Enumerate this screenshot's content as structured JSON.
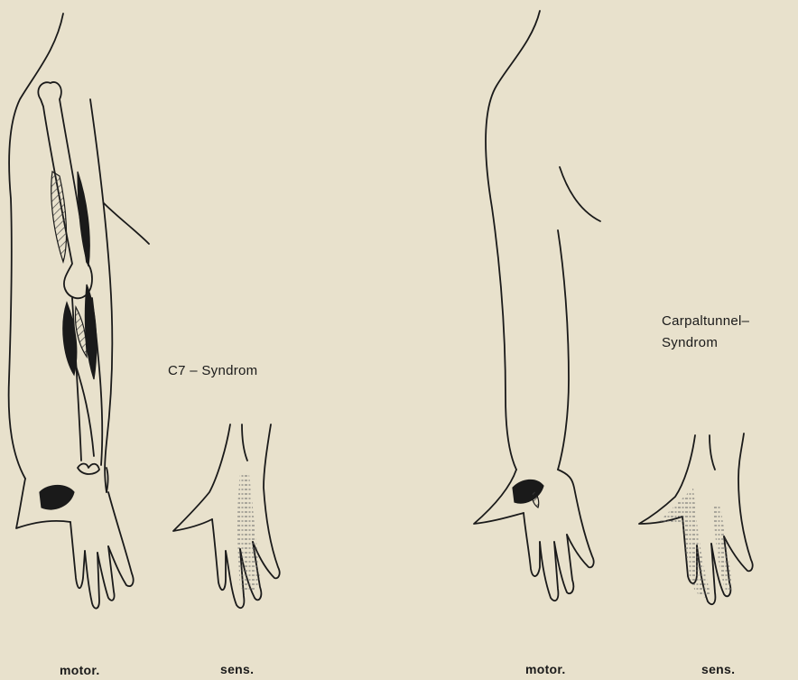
{
  "figure": {
    "left_syndrome_label": "C7 – Syndrom",
    "right_syndrome_label_line1": "Carpaltunnel–",
    "right_syndrome_label_line2": "Syndrom",
    "captions": {
      "left_motor": "motor.",
      "left_sens": "sens.",
      "right_motor": "motor.",
      "right_sens": "sens."
    },
    "colors": {
      "paper": "#e8e1cc",
      "ink": "#1a1a1a",
      "hatch": "#555555"
    }
  }
}
